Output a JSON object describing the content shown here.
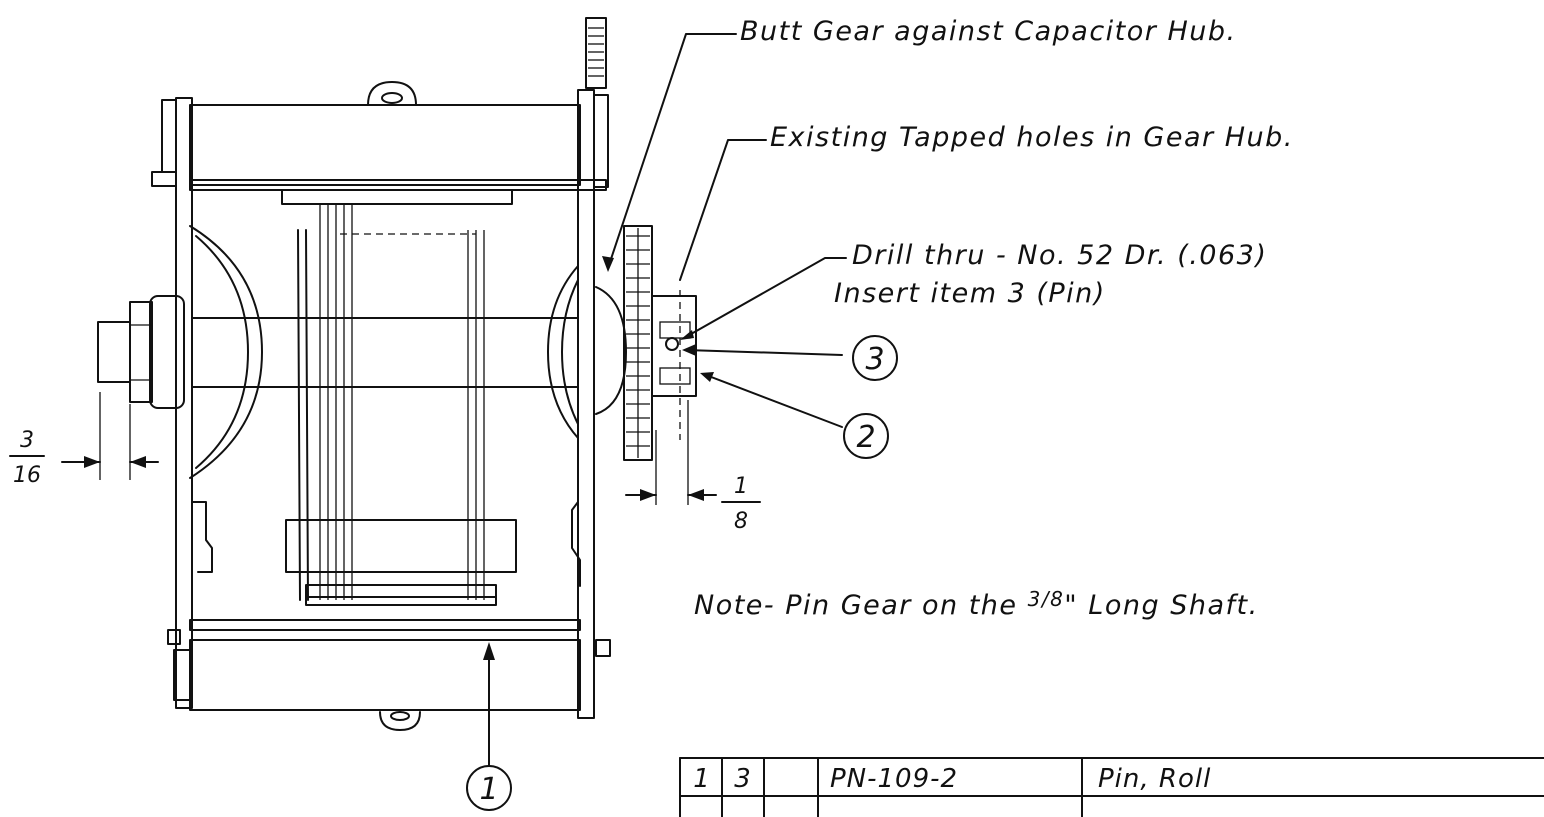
{
  "notes": {
    "butt_gear": "Butt Gear against Capacitor Hub.",
    "tapped_holes": "Existing Tapped holes in Gear Hub.",
    "drill_line1": "Drill thru - No. 52 Dr. (.063)",
    "drill_line2": "Insert item 3 (Pin)",
    "pin_note_prefix": "Note- Pin Gear on the",
    "pin_note_fraction": "3/8",
    "pin_note_suffix": "\" Long Shaft."
  },
  "balloons": {
    "item1": "1",
    "item2": "2",
    "item3": "3"
  },
  "dimensions": {
    "left_numerator": "3",
    "left_denominator": "16",
    "right_numerator": "1",
    "right_denominator": "8"
  },
  "parts_list": {
    "rows": [
      {
        "qty": "1",
        "item": "3",
        "part_number": "PN-109-2",
        "description": "Pin, Roll"
      }
    ]
  }
}
